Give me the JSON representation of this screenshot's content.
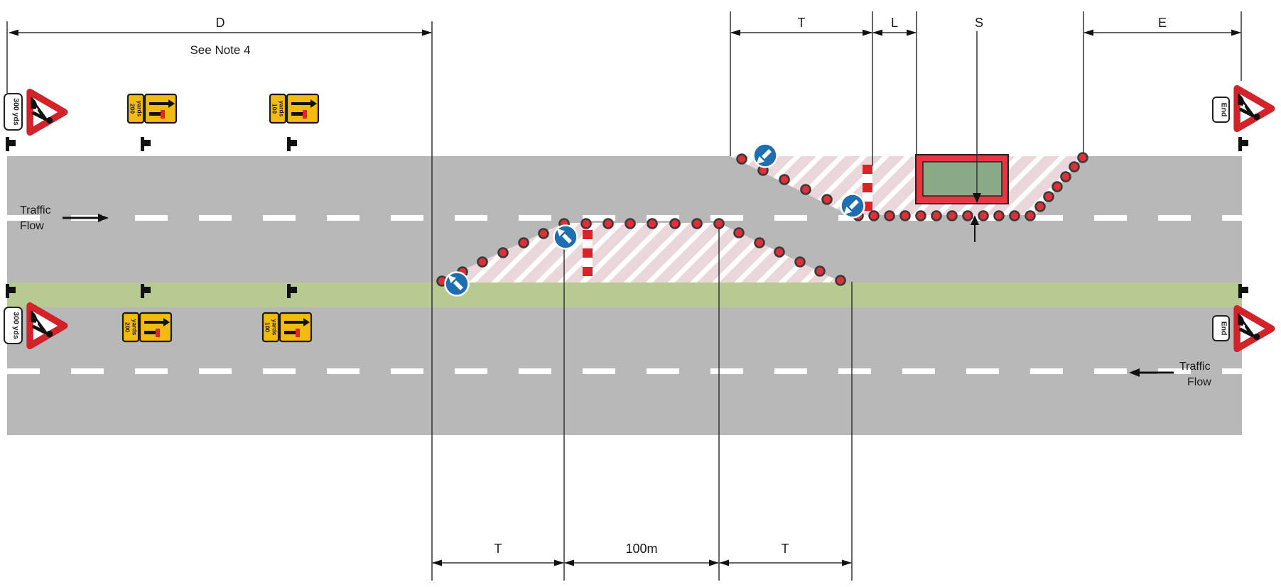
{
  "dimensions": {
    "d": "D",
    "note": "See Note 4",
    "t_upper": "T",
    "l": "L",
    "s": "S",
    "e": "E",
    "t_taper1": "T",
    "length_100m": "100m",
    "t_taper2": "T"
  },
  "traffic_flow": {
    "top": {
      "line1": "Traffic",
      "line2": "Flow"
    },
    "bottom": {
      "line1": "Traffic",
      "line2": "Flow"
    }
  },
  "signs": {
    "advance_plate": "300 yds",
    "end_plate": "End",
    "yellow_200": {
      "distance": "200",
      "unit": "yards"
    },
    "yellow_100": {
      "distance": "100",
      "unit": "yards"
    }
  },
  "colors": {
    "road": "#b9b8b8",
    "median": "#b6ca92",
    "hatch_base": "#ead7da",
    "hatch_stripe": "#ffffff",
    "cone_red": "#dd3038",
    "cone_ring": "#3a3a3a",
    "sign_blue": "#1e6eb0",
    "sign_red": "#d2232a",
    "board_red": "#d8232a",
    "vehicle_red": "#e8353f",
    "vehicle_green": "#8aa987",
    "sign_yellow": "#f2bb10",
    "glyph_black": "#111111",
    "dash_white": "#ffffff",
    "line": "#333333"
  }
}
